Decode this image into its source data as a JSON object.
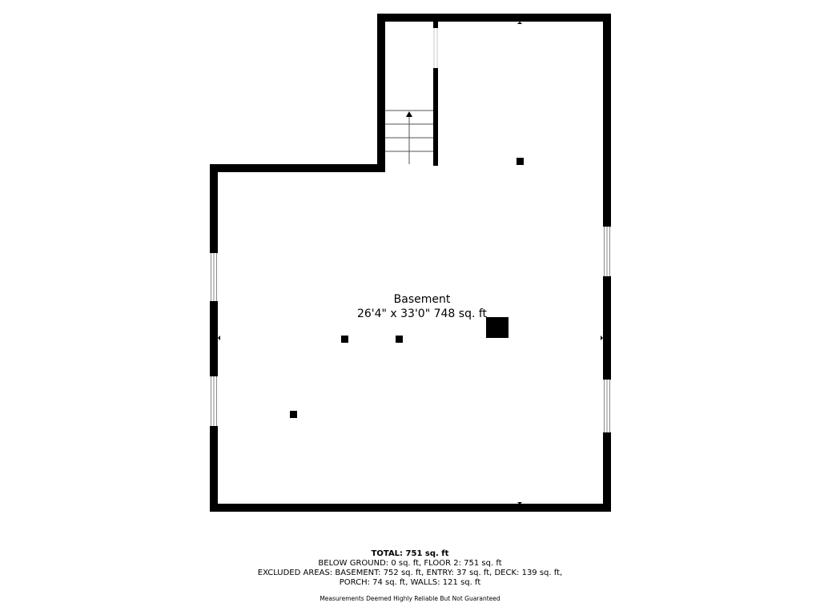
{
  "room": {
    "name": "Basement",
    "dimensions": "26'4\" x 33'0\" 748 sq. ft"
  },
  "summary": {
    "total": "TOTAL: 751 sq. ft",
    "below_ground": "BELOW GROUND: 0 sq. ft, FLOOR 2: 751 sq. ft",
    "excluded_1": "EXCLUDED AREAS: BASEMENT: 752 sq. ft, ENTRY: 37 sq. ft, DECK: 139 sq. ft,",
    "excluded_2": "PORCH: 74 sq. ft, WALLS: 121 sq. ft",
    "disclaimer": "Measurements Deemed Highly Reliable But Not Guaranteed"
  },
  "colors": {
    "wall": "#000000",
    "background": "#ffffff",
    "stair_line": "#555555"
  }
}
